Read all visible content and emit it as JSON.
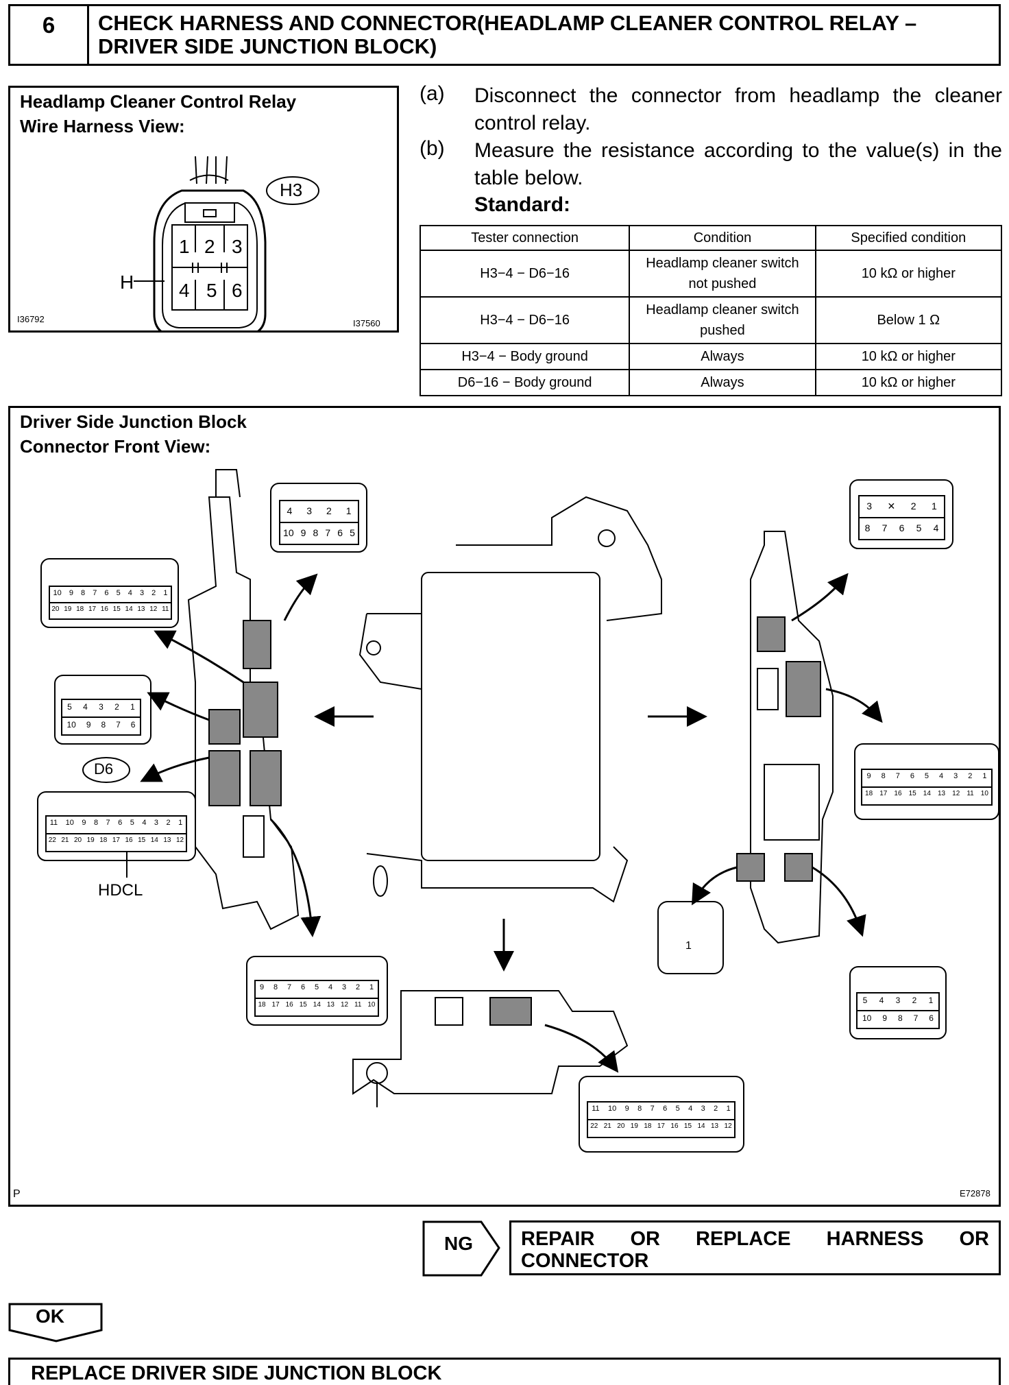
{
  "step": {
    "number": "6",
    "title_line1": "CHECK HARNESS AND CONNECTOR(HEADLAMP CLEANER CONTROL RELAY –",
    "title_line2": "DRIVER SIDE JUNCTION BLOCK)"
  },
  "relay_view": {
    "caption_line1": "Headlamp Cleaner Control Relay",
    "caption_line2": "Wire Harness View:",
    "connector_id": "H3",
    "pin_label": "H",
    "pins_top": [
      "1",
      "2",
      "3"
    ],
    "pins_bottom": [
      "4",
      "5",
      "6"
    ],
    "image_id_left": "I36792",
    "image_id_right": "I37560"
  },
  "instructions": [
    {
      "letter": "(a)",
      "line1": "Disconnect the connector from headlamp the cleaner",
      "line2": "control relay."
    },
    {
      "letter": "(b)",
      "line1": "Measure the resistance according to the value(s) in the",
      "line2": "table below."
    }
  ],
  "standard_label": "Standard:",
  "table": {
    "headers": [
      "Tester connection",
      "Condition",
      "Specified condition"
    ],
    "rows": [
      {
        "connection": "H3−4 − D6−16",
        "condition_l1": "Headlamp cleaner switch",
        "condition_l2": "not pushed",
        "spec": "10 kΩ or higher"
      },
      {
        "connection": "H3−4 − D6−16",
        "condition_l1": "Headlamp cleaner switch",
        "condition_l2": "pushed",
        "spec": "Below 1 Ω"
      },
      {
        "connection": "H3−4 − Body ground",
        "condition_l1": "Always",
        "condition_l2": "",
        "spec": "10 kΩ or higher"
      },
      {
        "connection": "D6−16 − Body ground",
        "condition_l1": "Always",
        "condition_l2": "",
        "spec": "10 kΩ or higher"
      }
    ]
  },
  "junction_block": {
    "caption_line1": "Driver Side Junction Block",
    "caption_line2": "Connector Front View:",
    "connector_d6": "D6",
    "hdcl_label": "HDCL",
    "corner_left": "P",
    "figure_id": "E72878",
    "conn_a_top": [
      "4",
      "3",
      "2",
      "1"
    ],
    "conn_a_bottom": [
      "10",
      "9",
      "8",
      "7",
      "6",
      "5"
    ],
    "conn_b_top": [
      "10",
      "9",
      "8",
      "7",
      "6",
      "5",
      "4",
      "3",
      "2",
      "1"
    ],
    "conn_b_bottom": [
      "20",
      "19",
      "18",
      "17",
      "16",
      "15",
      "14",
      "13",
      "12",
      "11"
    ],
    "conn_c_top": [
      "5",
      "4",
      "3",
      "2",
      "1"
    ],
    "conn_c_bottom": [
      "10",
      "9",
      "8",
      "7",
      "6"
    ],
    "conn_d_top": [
      "11",
      "10",
      "9",
      "8",
      "7",
      "6",
      "5",
      "4",
      "3",
      "2",
      "1"
    ],
    "conn_d_bottom": [
      "22",
      "21",
      "20",
      "19",
      "18",
      "17",
      "16",
      "15",
      "14",
      "13",
      "12"
    ],
    "conn_e_top": [
      "9",
      "8",
      "7",
      "6",
      "5",
      "4",
      "3",
      "2",
      "1"
    ],
    "conn_e_bottom": [
      "18",
      "17",
      "16",
      "15",
      "14",
      "13",
      "12",
      "11",
      "10"
    ],
    "conn_f_top": [
      "3",
      "2",
      "1"
    ],
    "conn_f_bottom": [
      "8",
      "7",
      "6",
      "5",
      "4"
    ],
    "conn_g_pin": "1"
  },
  "result_ng": {
    "tag": "NG",
    "text": "REPAIR OR REPLACE HARNESS OR CONNECTOR"
  },
  "result_ok": {
    "tag": "OK",
    "text": "REPLACE DRIVER SIDE JUNCTION BLOCK"
  }
}
